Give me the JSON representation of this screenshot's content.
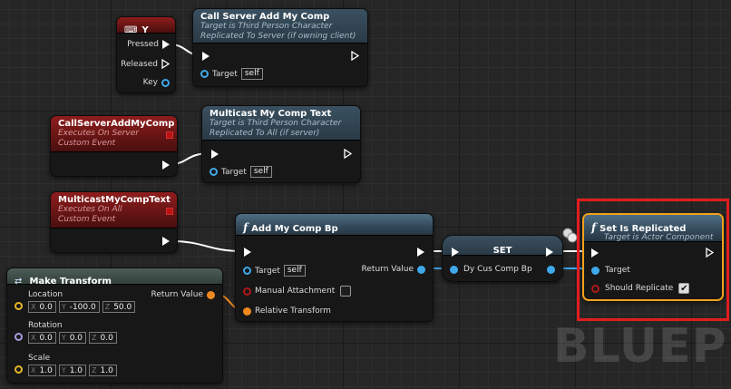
{
  "watermark": "BLUEPR",
  "colors": {
    "exec_wire": "#ffffff",
    "object_pin": "#3fa8ea",
    "transform_pin": "#f08a1e",
    "highlight": "#e11d1d",
    "selection": "#f0a11c"
  },
  "nodes": {
    "y_key": {
      "title": "Y",
      "icon": "keyboard-icon",
      "pins": {
        "pressed": "Pressed",
        "released": "Released",
        "key": "Key"
      }
    },
    "call_server": {
      "title": "Call Server Add My Comp",
      "sub1": "Target is Third Person Character",
      "sub2": "Replicated To Server (if owning client)",
      "target_label": "Target",
      "target_value": "self"
    },
    "event_call_server": {
      "title": "CallServerAddMyComp",
      "sub1": "Executes On Server",
      "sub2": "Custom Event"
    },
    "multicast": {
      "title": "Multicast My Comp Text",
      "sub1": "Target is Third Person Character",
      "sub2": "Replicated To All (if server)",
      "target_label": "Target",
      "target_value": "self"
    },
    "event_multicast": {
      "title": "MulticastMyCompText",
      "sub1": "Executes On All",
      "sub2": "Custom Event"
    },
    "add_comp": {
      "title": "Add My Comp Bp",
      "target_label": "Target",
      "target_value": "self",
      "manual_label": "Manual Attachment",
      "relative_label": "Relative Transform",
      "return_label": "Return Value"
    },
    "set_node": {
      "title": "SET",
      "var_label": "Dy Cus Comp Bp"
    },
    "set_replicated": {
      "title": "Set Is Replicated",
      "sub1": "Target is Actor Component",
      "target_label": "Target",
      "replicate_label": "Should Replicate",
      "replicate_checked": true
    },
    "make_transform": {
      "title": "Make Transform",
      "return_label": "Return Value",
      "location": {
        "label": "Location",
        "x": "0.0",
        "y": "-100.0",
        "z": "50.0"
      },
      "rotation": {
        "label": "Rotation",
        "x": "0.0",
        "y": "0.0",
        "z": "0.0"
      },
      "scale": {
        "label": "Scale",
        "x": "1.0",
        "y": "1.0",
        "z": "1.0"
      },
      "axes": {
        "x": "X",
        "y": "Y",
        "z": "Z"
      }
    }
  }
}
